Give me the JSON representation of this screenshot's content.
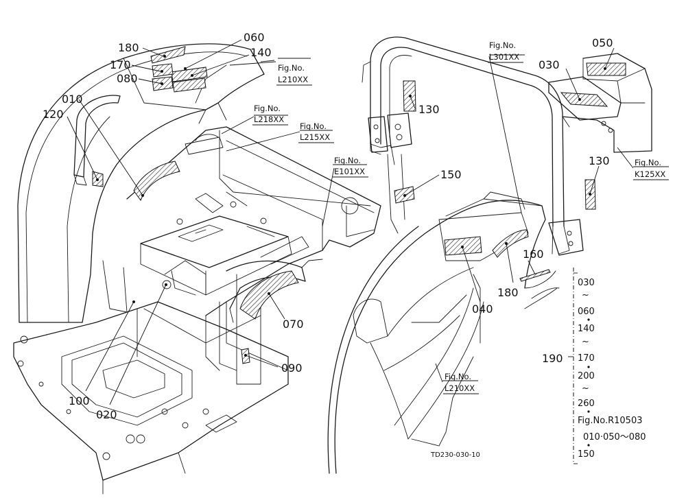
{
  "callouts": {
    "c180a": "180",
    "c060": "060",
    "c140": "140",
    "c170": "170",
    "c080": "080",
    "c010": "010",
    "c120": "120",
    "c130a": "130",
    "c150": "150",
    "c050": "050",
    "c030": "030",
    "c130b": "130",
    "c160": "160",
    "c040": "040",
    "c180b": "180",
    "c070": "070",
    "c090": "090",
    "c100": "100",
    "c020": "020",
    "c190": "190"
  },
  "fig_refs": {
    "f_l210_top_label": "Fig.No.",
    "f_l210_top_code": "L210XX",
    "f_l218_label": "Fig.No.",
    "f_l218_code": "L218XX",
    "f_l215_label": "Fig.No.",
    "f_l215_code": "L215XX",
    "f_e101_label": "Fig.No.",
    "f_e101_code": "E101XX",
    "f_l301_label": "Fig.No.",
    "f_l301_code": "L301XX",
    "f_k125_label": "Fig.No.",
    "f_k125_code": "K125XX",
    "f_l210_bot_label": "Fig.No.",
    "f_l210_bot_code": "L210XX"
  },
  "kit_list": {
    "r1": "030",
    "t1": "~",
    "r2": "060",
    "r3": "140",
    "t2": "~",
    "r4": "170",
    "r5": "200",
    "t3": "~",
    "r6": "260",
    "ref": "Fig.No.R10503",
    "ref_items": "010·050～080",
    "r7": "150"
  },
  "drawing_code": "TD230-030-10"
}
